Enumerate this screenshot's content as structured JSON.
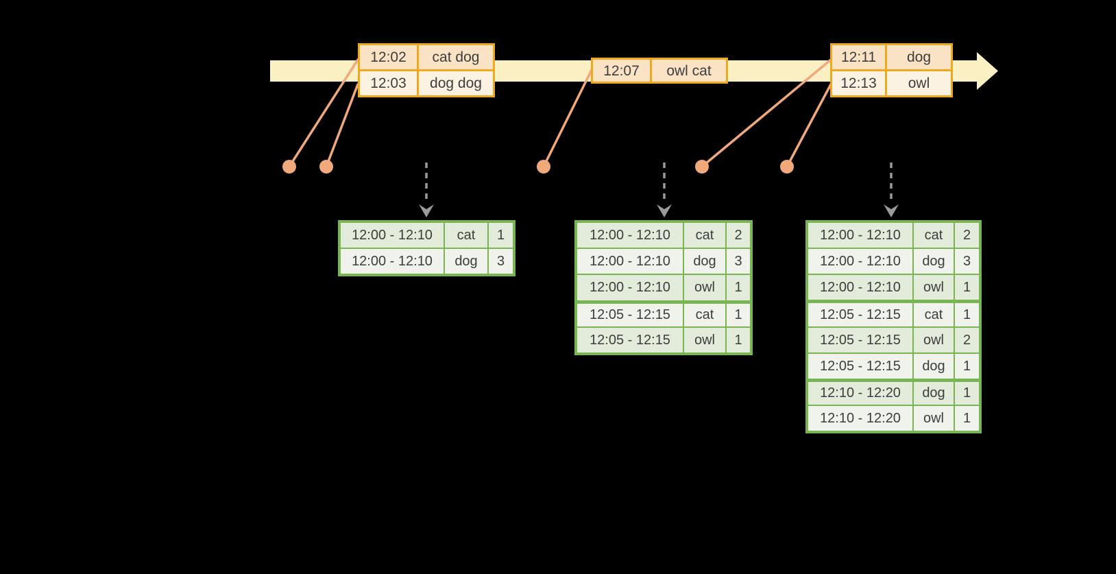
{
  "colors": {
    "background": "#000000",
    "timeline_band": "#FBEFC4",
    "orange_border": "#F0A81E",
    "orange_row_dark": "#FAE2C4",
    "orange_row_light": "#FCF2E2",
    "salmon": "#F1A97C",
    "green_border": "#7AB553",
    "green_row_dark": "#E3ECDA",
    "green_row_light": "#EFF3EB",
    "arrow_gray": "#9B9B9B",
    "text": "#3D3D3D"
  },
  "event_tables": [
    {
      "rows": [
        {
          "time": "12:02",
          "words": "cat dog"
        },
        {
          "time": "12:03",
          "words": "dog dog"
        }
      ]
    },
    {
      "rows": [
        {
          "time": "12:07",
          "words": "owl cat"
        }
      ]
    },
    {
      "rows": [
        {
          "time": "12:11",
          "words": "dog"
        },
        {
          "time": "12:13",
          "words": "owl"
        }
      ]
    }
  ],
  "result_tables": [
    {
      "rows": [
        [
          "12:00 - 12:10",
          "cat",
          "1"
        ],
        [
          "12:00 - 12:10",
          "dog",
          "3"
        ]
      ]
    },
    {
      "rows": [
        [
          "12:00 - 12:10",
          "cat",
          "2"
        ],
        [
          "12:00 - 12:10",
          "dog",
          "3"
        ],
        [
          "12:00 - 12:10",
          "owl",
          "1"
        ],
        [
          "12:05 - 12:15",
          "cat",
          "1"
        ],
        [
          "12:05 - 12:15",
          "owl",
          "1"
        ]
      ]
    },
    {
      "rows": [
        [
          "12:00 - 12:10",
          "cat",
          "2"
        ],
        [
          "12:00 - 12:10",
          "dog",
          "3"
        ],
        [
          "12:00 - 12:10",
          "owl",
          "1"
        ],
        [
          "12:05 - 12:15",
          "cat",
          "1"
        ],
        [
          "12:05 - 12:15",
          "owl",
          "2"
        ],
        [
          "12:05 - 12:15",
          "dog",
          "1"
        ],
        [
          "12:10 - 12:20",
          "dog",
          "1"
        ],
        [
          "12:10 - 12:20",
          "owl",
          "1"
        ]
      ]
    }
  ]
}
